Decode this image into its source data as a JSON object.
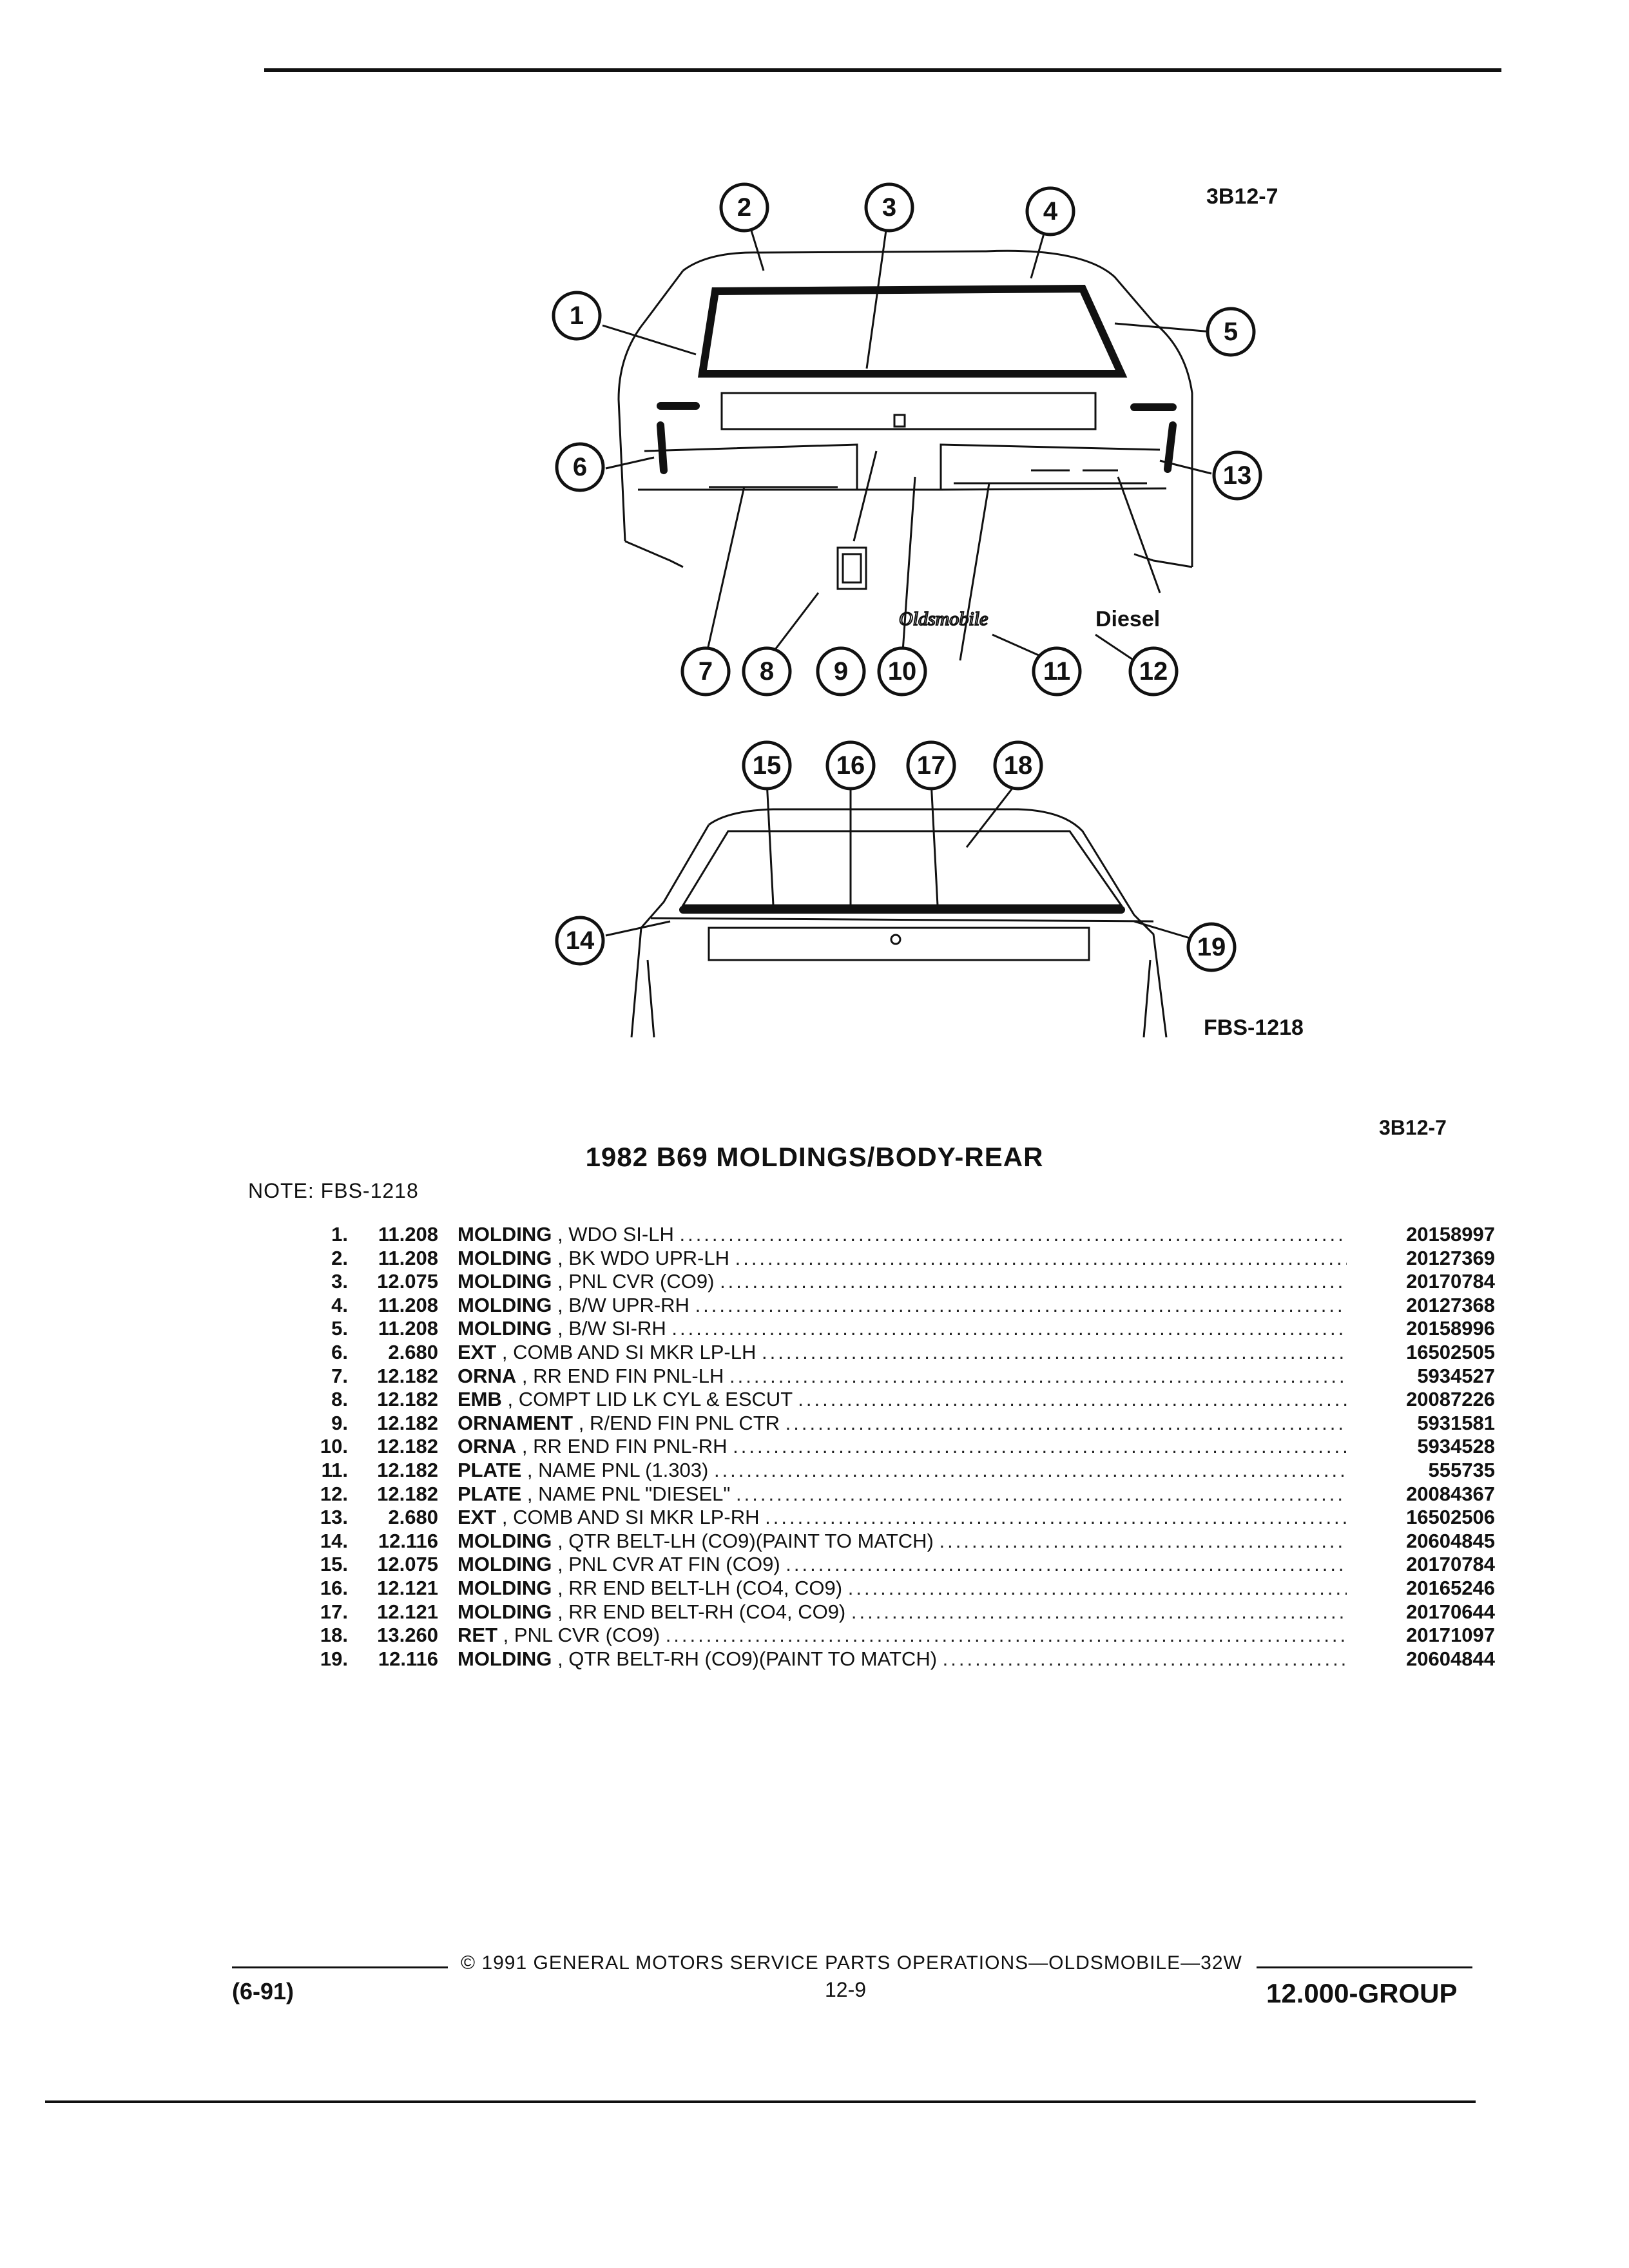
{
  "page": {
    "figure_code_top": "3B12-7",
    "figure_ref": "FBS-1218",
    "figure_code_table": "3B12-7",
    "title": "1982 B69 MOLDINGS/BODY-REAR",
    "note": "NOTE: FBS-1218"
  },
  "diagram_top": {
    "callouts": [
      "1",
      "2",
      "3",
      "4",
      "5",
      "6",
      "7",
      "8",
      "9",
      "10",
      "11",
      "12",
      "13"
    ],
    "badge_oldsmobile": "Oldsmobile",
    "badge_diesel": "Diesel"
  },
  "diagram_bottom": {
    "callouts": [
      "14",
      "15",
      "16",
      "17",
      "18",
      "19"
    ]
  },
  "parts": [
    {
      "num": "1.",
      "group": "11.208",
      "name": "MOLDING",
      "desc": "WDO SI-LH",
      "part": "20158997"
    },
    {
      "num": "2.",
      "group": "11.208",
      "name": "MOLDING",
      "desc": "BK WDO UPR-LH",
      "part": "20127369"
    },
    {
      "num": "3.",
      "group": "12.075",
      "name": "MOLDING",
      "desc": "PNL CVR (CO9)",
      "part": "20170784"
    },
    {
      "num": "4.",
      "group": "11.208",
      "name": "MOLDING",
      "desc": "B/W UPR-RH",
      "part": "20127368"
    },
    {
      "num": "5.",
      "group": "11.208",
      "name": "MOLDING",
      "desc": "B/W SI-RH",
      "part": "20158996"
    },
    {
      "num": "6.",
      "group": "2.680",
      "name": "EXT",
      "desc": "COMB AND SI MKR LP-LH",
      "part": "16502505"
    },
    {
      "num": "7.",
      "group": "12.182",
      "name": "ORNA",
      "desc": "RR END FIN PNL-LH",
      "part": "5934527"
    },
    {
      "num": "8.",
      "group": "12.182",
      "name": "EMB",
      "desc": "COMPT LID LK CYL & ESCUT",
      "part": "20087226"
    },
    {
      "num": "9.",
      "group": "12.182",
      "name": "ORNAMENT",
      "desc": "R/END FIN PNL CTR",
      "part": "5931581"
    },
    {
      "num": "10.",
      "group": "12.182",
      "name": "ORNA",
      "desc": "RR END FIN PNL-RH",
      "part": "5934528"
    },
    {
      "num": "11.",
      "group": "12.182",
      "name": "PLATE",
      "desc": "NAME PNL (1.303)",
      "part": "555735"
    },
    {
      "num": "12.",
      "group": "12.182",
      "name": "PLATE",
      "desc": "NAME PNL \"DIESEL\"",
      "part": "20084367"
    },
    {
      "num": "13.",
      "group": "2.680",
      "name": "EXT",
      "desc": "COMB AND SI MKR LP-RH",
      "part": "16502506"
    },
    {
      "num": "14.",
      "group": "12.116",
      "name": "MOLDING",
      "desc": "QTR BELT-LH (CO9)(PAINT TO MATCH)",
      "part": "20604845"
    },
    {
      "num": "15.",
      "group": "12.075",
      "name": "MOLDING",
      "desc": "PNL CVR AT FIN (CO9)",
      "part": "20170784"
    },
    {
      "num": "16.",
      "group": "12.121",
      "name": "MOLDING",
      "desc": "RR END BELT-LH (CO4, CO9)",
      "part": "20165246"
    },
    {
      "num": "17.",
      "group": "12.121",
      "name": "MOLDING",
      "desc": "RR END BELT-RH (CO4, CO9)",
      "part": "20170644"
    },
    {
      "num": "18.",
      "group": "13.260",
      "name": "RET",
      "desc": "PNL CVR (CO9)",
      "part": "20171097"
    },
    {
      "num": "19.",
      "group": "12.116",
      "name": "MOLDING",
      "desc": "QTR BELT-RH (CO9)(PAINT TO MATCH)",
      "part": "20604844"
    }
  ],
  "footer": {
    "date": "(6-91)",
    "copyright": "© 1991 GENERAL MOTORS SERVICE PARTS OPERATIONS—OLDSMOBILE—32W",
    "page_number": "12-9",
    "group": "12.000-GROUP"
  }
}
